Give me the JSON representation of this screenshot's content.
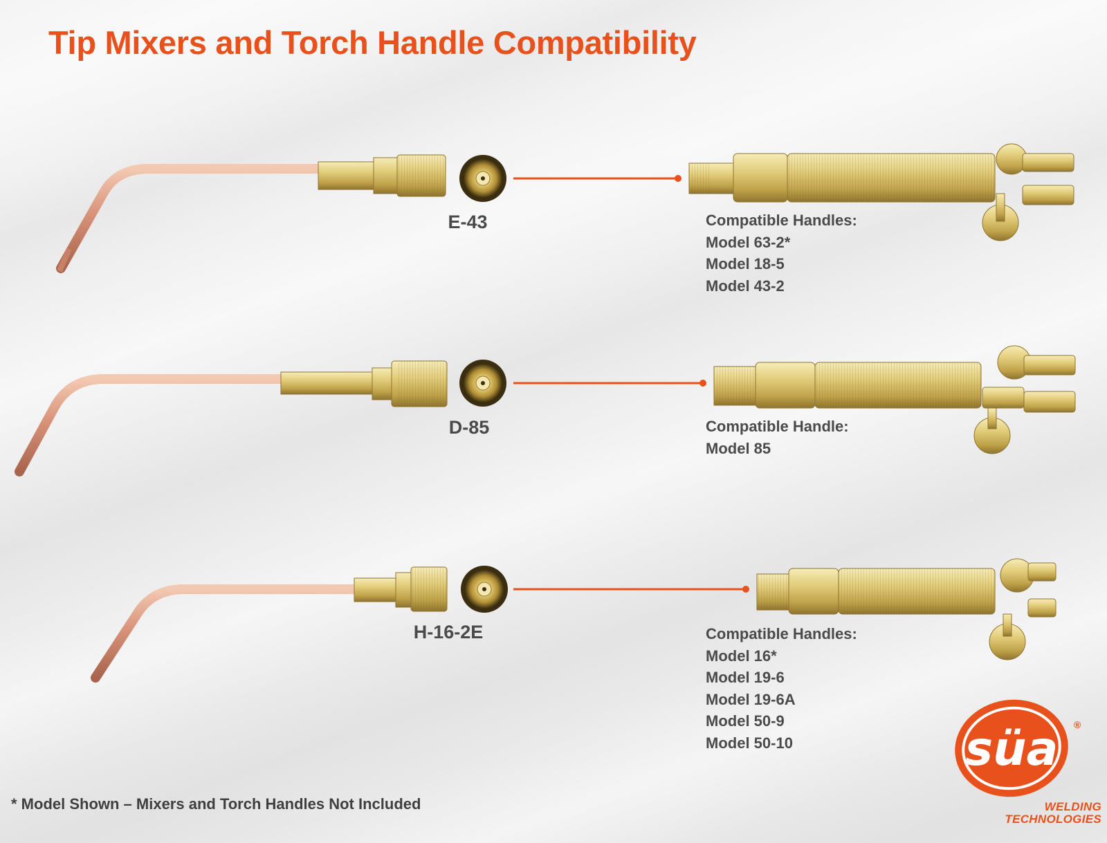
{
  "page": {
    "title": "Tip Mixers and Torch Handle Compatibility",
    "footnote": "* Model Shown – Mixers and Torch Handles Not Included"
  },
  "brand": {
    "logo_word": "süa",
    "registered_mark": "®",
    "tagline_line1": "WELDING",
    "tagline_line2": "TECHNOLOGIES",
    "accent_color": "#e8501c"
  },
  "mixers": [
    {
      "label": "E-43",
      "handles_heading": "Compatible Handles:",
      "handles": [
        "Model 63-2*",
        "Model 18-5",
        "Model 43-2"
      ]
    },
    {
      "label": "D-85",
      "handles_heading": "Compatible Handle:",
      "handles": [
        "Model 85"
      ]
    },
    {
      "label": "H-16-2E",
      "handles_heading": "Compatible Handles:",
      "handles": [
        "Model 16*",
        "Model 19-6",
        "Model 19-6A",
        "Model 50-9",
        "Model 50-10"
      ]
    }
  ]
}
